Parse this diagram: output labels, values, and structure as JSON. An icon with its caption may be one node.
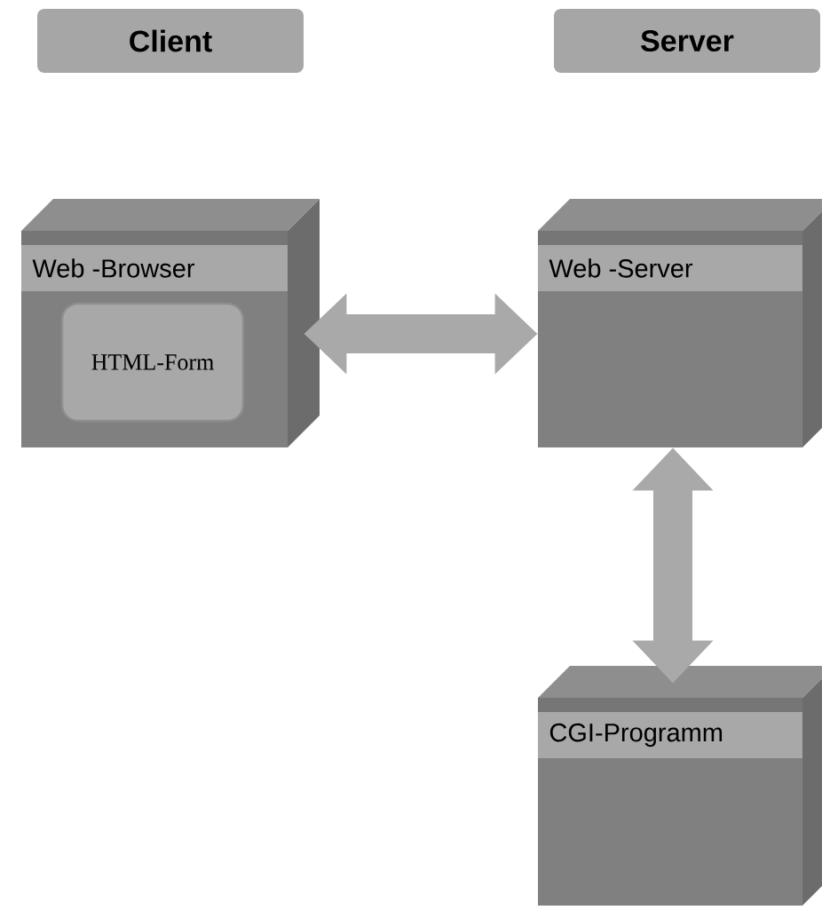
{
  "diagram": {
    "nodes": [
      {
        "text": [
          "Client"
        ]
      },
      {
        "text": [
          "Server"
        ]
      },
      {
        "text": [
          "Web -Browser"
        ]
      },
      {
        "text": [
          "HTML-Form"
        ],
        "in": 2
      },
      {
        "text": [
          "Web -Server"
        ]
      },
      {
        "text": [
          "CGI-Programm"
        ]
      }
    ],
    "edges": [
      {
        "from": 2,
        "to": 4,
        "arrow": "both"
      },
      {
        "from": 4,
        "to": 5,
        "arrow": "both"
      }
    ]
  }
}
